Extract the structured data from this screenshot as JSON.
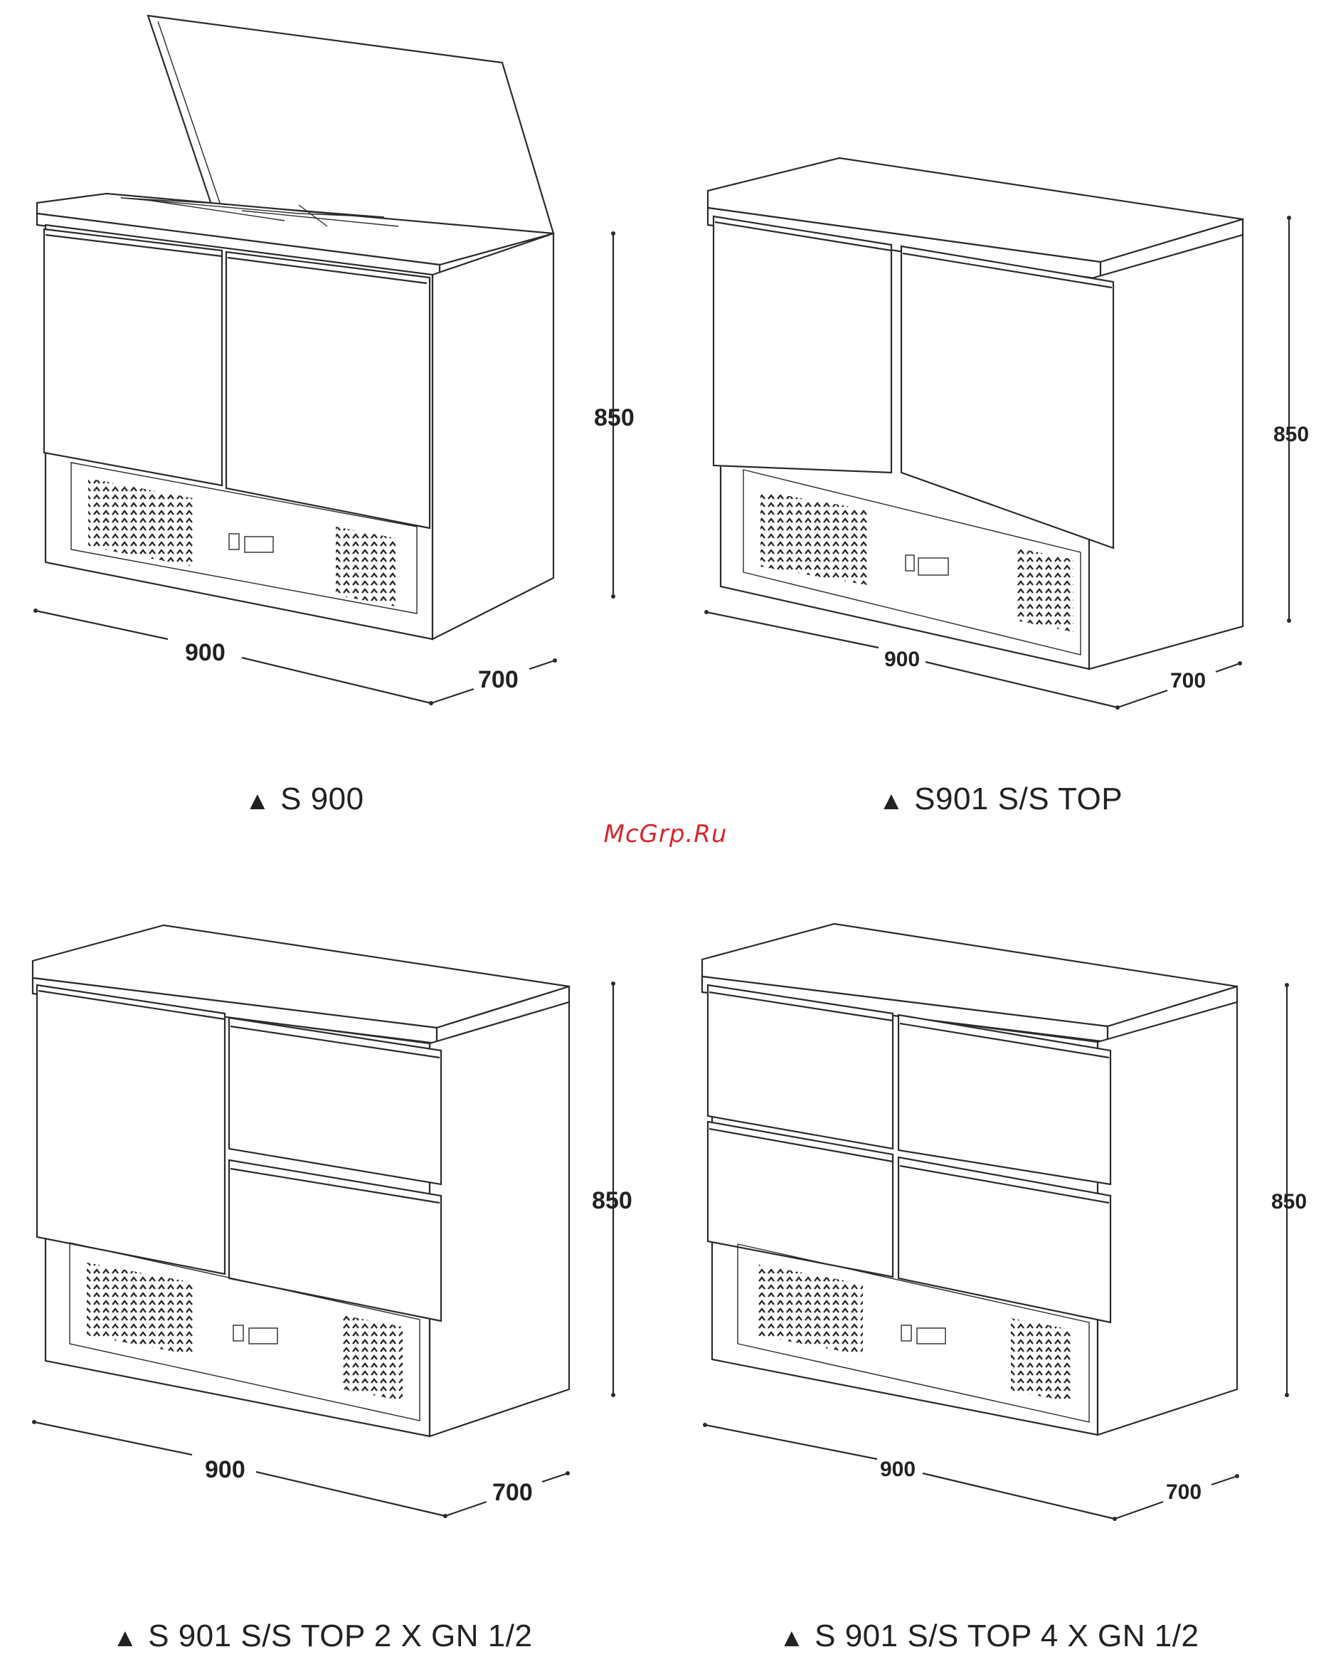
{
  "watermark": "McGrp.Ru",
  "products": [
    {
      "id": "s900",
      "caption": "S 900",
      "width": "900",
      "depth": "700",
      "height": "850",
      "variant": "lid-open"
    },
    {
      "id": "s901",
      "caption": "S901 S/S TOP",
      "width": "900",
      "depth": "700",
      "height": "850",
      "variant": "two-doors"
    },
    {
      "id": "s901-2gn",
      "caption": "S 901 S/S TOP 2 X GN 1/2",
      "width": "900",
      "depth": "700",
      "height": "850",
      "variant": "door-and-two-drawers"
    },
    {
      "id": "s901-4gn",
      "caption": "S 901 S/S TOP 4 X GN 1/2",
      "width": "900",
      "depth": "700",
      "height": "850",
      "variant": "four-drawers"
    }
  ],
  "caption_marker": "▲",
  "colors": {
    "line": "#2b2b2b",
    "watermark": "#d9262c"
  }
}
